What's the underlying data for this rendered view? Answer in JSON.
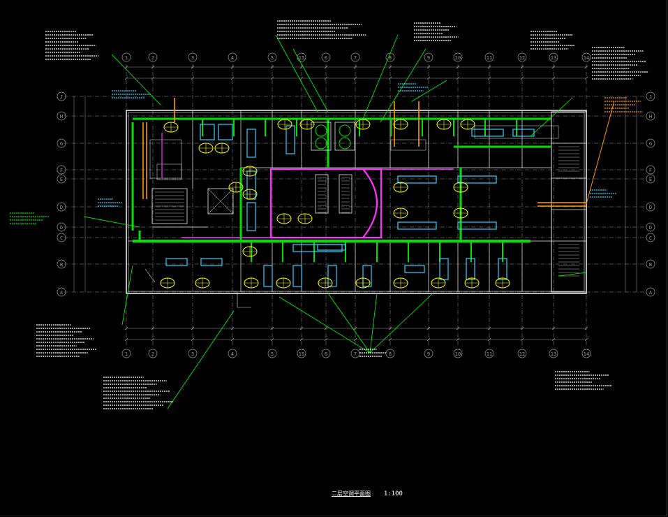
{
  "drawing": {
    "title": "二层空调平面图",
    "scale": "1:100"
  },
  "grid_columns": [
    "1",
    "2",
    "3",
    "4",
    "5",
    "6",
    "7",
    "8",
    "9",
    "10",
    "11",
    "12",
    "13",
    "14"
  ],
  "grid_rows": [
    "A",
    "B",
    "C",
    "D",
    "E",
    "F",
    "G",
    "H",
    "J"
  ],
  "colors": {
    "background": "#000000",
    "grid": "#9a9a9a",
    "wall": "#e8e8e8",
    "duct_green": "#00e000",
    "duct_magenta": "#ff33ff",
    "equipment_cyan": "#35d0ff",
    "diffuser_yellow": "#ffff00",
    "pipe_orange": "#ff9900",
    "annotation_text": "#ffffff",
    "leader_line": "#00ff00"
  }
}
